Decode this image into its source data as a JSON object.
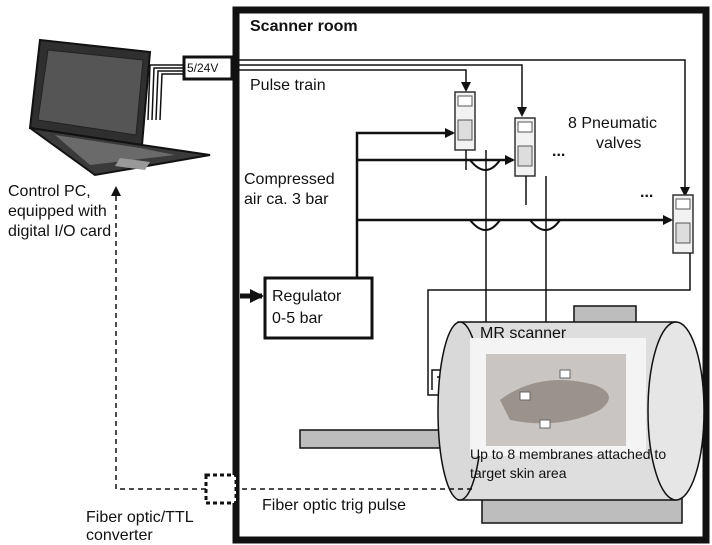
{
  "diagram": {
    "room_title": "Scanner room",
    "power_box_label": "5/24V",
    "pulse_train_label": "Pulse train",
    "valves_label_line1": "8 Pneumatic",
    "valves_label_line2": "valves",
    "compressed_air_line1": "Compressed",
    "compressed_air_line2": "air ca. 3 bar",
    "control_pc_line1": "Control PC,",
    "control_pc_line2": "equipped with",
    "control_pc_line3": "digital I/O card",
    "regulator_line1": "Regulator",
    "regulator_line2": "0-5 bar",
    "scanner_label": "MR scanner",
    "membranes_line1": "Up to 8 membranes attached to",
    "membranes_line2": "target skin area",
    "fiber_pulse_label": "Fiber optic trig pulse",
    "converter_line1": "Fiber optic/TTL",
    "converter_line2": "converter",
    "ellipsis": "..."
  },
  "colors": {
    "line": "#111111",
    "scanner_fill": "#d9d9d9",
    "scanner_end": "#e6e6e6",
    "hand_bg": "#c9c5c2"
  }
}
